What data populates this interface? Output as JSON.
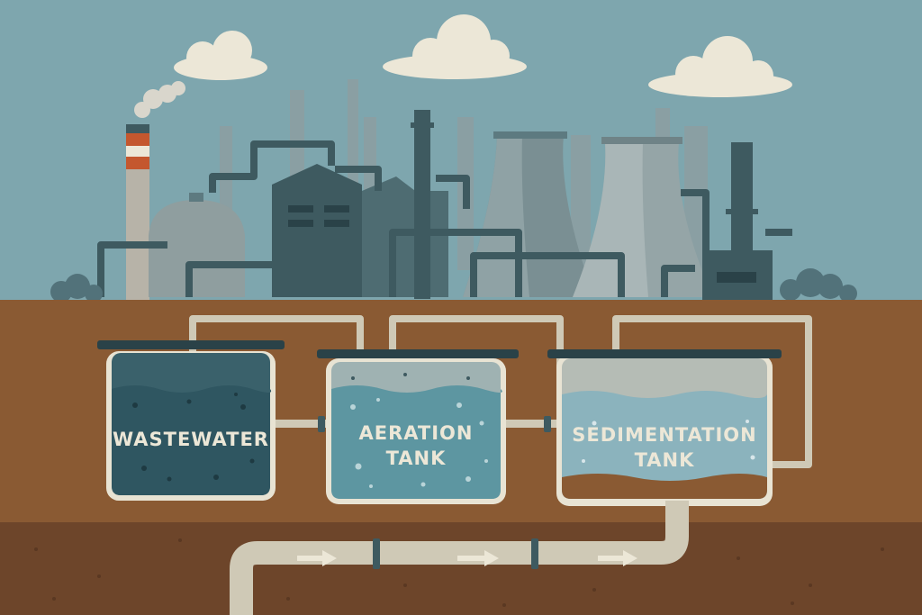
{
  "tanks": [
    {
      "id": "wastewater",
      "lines": [
        "WASTEWATER"
      ]
    },
    {
      "id": "aeration",
      "lines": [
        "AERATION",
        "TANK"
      ]
    },
    {
      "id": "sedimentation",
      "lines": [
        "SEDIMENTATION",
        "TANK"
      ]
    }
  ],
  "colors": {
    "sky": "#7ea6ae",
    "cloud": "#ece7d7",
    "soil_upper": "#8a5a33",
    "soil_lower": "#6d452a",
    "pipe": "#cfc9b6",
    "factory_dark": "#3e5a60",
    "factory_mid": "#5d7a80",
    "factory_light": "#8a9fa3",
    "wastewater": "#2f5661",
    "aeration_water": "#5d96a1",
    "sediment_water": "#8bb3bd",
    "sludge": "#8a5a33"
  },
  "flow_direction": "left-to-right"
}
